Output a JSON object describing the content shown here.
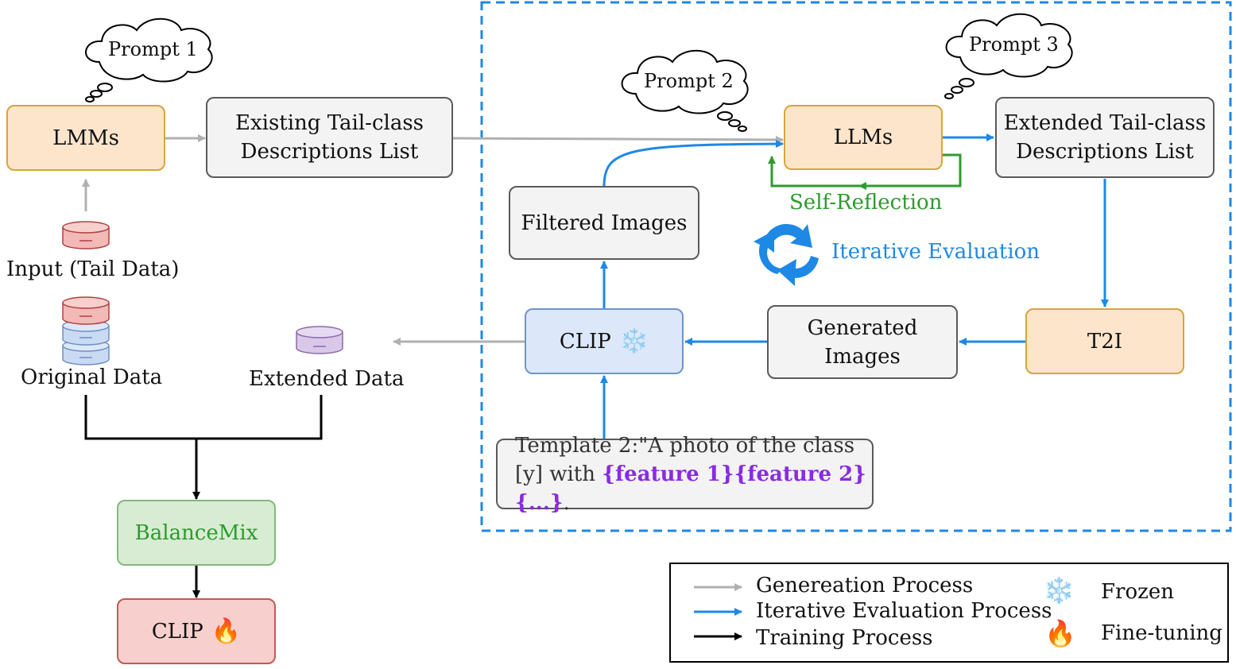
{
  "prompts": {
    "p1": "Prompt 1",
    "p2": "Prompt 2",
    "p3": "Prompt 3"
  },
  "boxes": {
    "lmms": "LMMs",
    "existing_line1": "Existing Tail-class",
    "existing_line2": "Descriptions List",
    "llms": "LLMs",
    "extended_line1": "Extended Tail-class",
    "extended_line2": "Descriptions List",
    "filtered": "Filtered Images",
    "clip_frozen": "CLIP",
    "generated": "Generated Images",
    "t2i": "T2I",
    "balancemix": "BalanceMix",
    "clip_finetune": "CLIP"
  },
  "labels": {
    "input_tail": "Input (Tail Data)",
    "original": "Original Data",
    "extended_data": "Extended Data",
    "self_reflection": "Self-Reflection",
    "iterative_evaluation": "Iterative Evaluation"
  },
  "template": {
    "line1": "Template 2:\"A photo of the class",
    "line2_prefix": "[y] with ",
    "line2_highlight": "{feature 1}{feature 2}{...}",
    "line2_suffix": "."
  },
  "legend": {
    "generation": "Genereation Process",
    "iterative": "Iterative Evaluation Process",
    "training": "Training Process",
    "frozen": "Frozen",
    "finetuning": "Fine-tuning"
  },
  "icons": {
    "frozen": "❄️",
    "finetuning": "🔥",
    "cycle": "cycle-arrows-icon"
  },
  "colors": {
    "generation": "#b0b0b0",
    "iterative": "#1e88e5",
    "training": "#000000",
    "self_reflection": "#2e9a2e",
    "highlight": "#8a2be2"
  }
}
